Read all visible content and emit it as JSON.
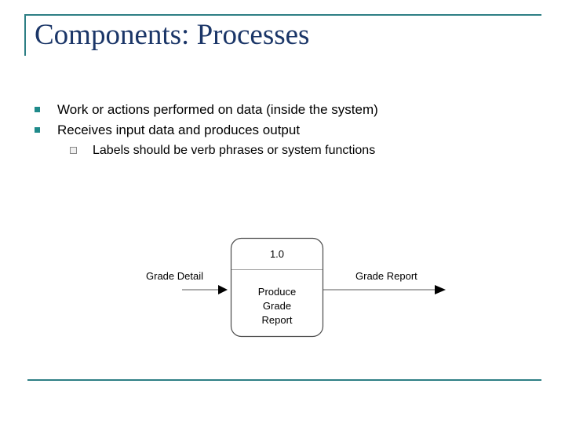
{
  "slide": {
    "title": "Components: Processes",
    "accent_color": "#2e7f85",
    "title_color": "#1b3668",
    "bullet_color": "#1f8a8a",
    "background": "#ffffff"
  },
  "bullets": [
    {
      "level": 1,
      "marker": "filled-square",
      "text": "Work or actions performed on data (inside the system)"
    },
    {
      "level": 1,
      "marker": "filled-square",
      "text": "Receives input data and produces output"
    },
    {
      "level": 2,
      "marker": "hollow-square",
      "text": "Labels should be verb phrases or system functions"
    }
  ],
  "diagram": {
    "type": "data-flow-diagram",
    "process": {
      "id": "1.0",
      "name_line1": "Produce",
      "name_line2": "Grade",
      "name_line3": "Report"
    },
    "input_flow": {
      "label": "Grade Detail"
    },
    "output_flow": {
      "label": "Grade Report"
    }
  }
}
